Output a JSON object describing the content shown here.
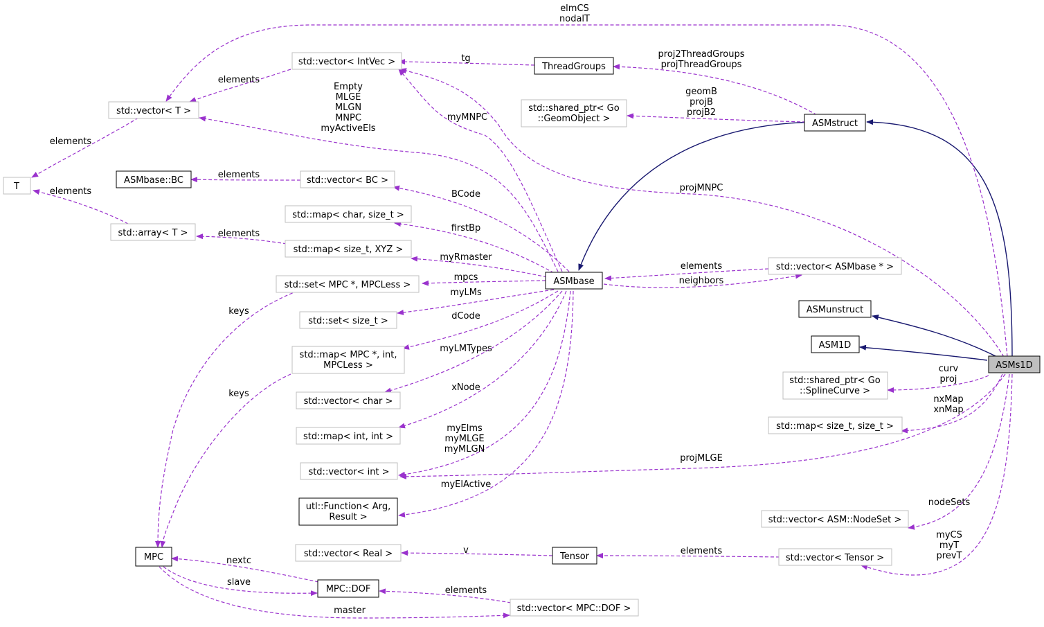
{
  "nodes": {
    "vec_intvec": "std::vector< IntVec >",
    "threadgroups": "ThreadGroups",
    "vec_t": "std::vector< T >",
    "shared_geom_1": "std::shared_ptr< Go",
    "shared_geom_2": "::GeomObject >",
    "asmstruct": "ASMstruct",
    "t": "T",
    "asmbase_bc": "ASMbase::BC",
    "vec_bc": "std::vector< BC >",
    "map_char": "std::map< char, size_t >",
    "array_t": "std::array< T >",
    "map_xyz": "std::map< size_t, XYZ >",
    "asmbase": "ASMbase",
    "vec_asmbase": "std::vector< ASMbase * >",
    "set_mpc": "std::set< MPC *, MPCLess >",
    "asmunstruct": "ASMunstruct",
    "set_size": "std::set< size_t >",
    "asm1d": "ASM1D",
    "map_mpc_1": "std::map< MPC *, int,",
    "map_mpc_2": "MPCLess >",
    "asms1d": "ASMs1D",
    "shared_spline_1": "std::shared_ptr< Go",
    "shared_spline_2": "::SplineCurve >",
    "vec_char": "std::vector< char >",
    "map_int": "std::map< int, int >",
    "map_size": "std::map< size_t, size_t >",
    "vec_int": "std::vector< int >",
    "utl_func_1": "utl::Function< Arg,",
    "utl_func_2": "Result >",
    "vec_nodeset": "std::vector< ASM::NodeSet >",
    "mpc": "MPC",
    "vec_real": "std::vector< Real >",
    "tensor": "Tensor",
    "vec_tensor": "std::vector< Tensor >",
    "mpc_dof": "MPC::DOF",
    "vec_dof": "std::vector< MPC::DOF >"
  },
  "edge_labels": {
    "elmcs_1": "elmCS",
    "elmcs_2": "nodalT",
    "tg": "tg",
    "proj2tg_1": "proj2ThreadGroups",
    "proj2tg_2": "projThreadGroups",
    "elements_intvec": "elements",
    "geomb_1": "geomB",
    "geomb_2": "projB",
    "geomb_3": "projB2",
    "empty_1": "Empty",
    "empty_2": "MLGE",
    "empty_3": "MLGN",
    "empty_4": "MNPC",
    "empty_5": "myActiveEls",
    "mymnpc": "myMNPC",
    "elements_vect": "elements",
    "elements_bc": "elements",
    "projmnpc": "projMNPC",
    "elements_array": "elements",
    "bcode": "BCode",
    "firstbp": "firstBp",
    "elements_arr2": "elements",
    "myrmaster": "myRmaster",
    "elements_asmvec": "elements",
    "neighbors": "neighbors",
    "mpcs": "mpcs",
    "mylms": "myLMs",
    "keys_1": "keys",
    "dcode": "dCode",
    "mylmtypes": "myLMTypes",
    "keys_2": "keys",
    "curv_1": "curv",
    "curv_2": "proj",
    "xnode": "xNode",
    "nxmap_1": "nxMap",
    "nxmap_2": "xnMap",
    "myelms_1": "myElms",
    "myelms_2": "myMLGE",
    "myelms_3": "myMLGN",
    "projmlge": "projMLGE",
    "myelactive": "myElActive",
    "nodesets": "nodeSets",
    "mycs_1": "myCS",
    "mycs_2": "myT",
    "mycs_3": "prevT",
    "nextc": "nextc",
    "v": "v",
    "elements_tensor": "elements",
    "slave": "slave",
    "elements_dof": "elements",
    "master": "master"
  },
  "colors": {
    "usage_edge": "#9a32cd",
    "inherit_edge": "#191970",
    "focus_fill": "#bfbfbf",
    "muted_border": "#bfbfbf"
  }
}
